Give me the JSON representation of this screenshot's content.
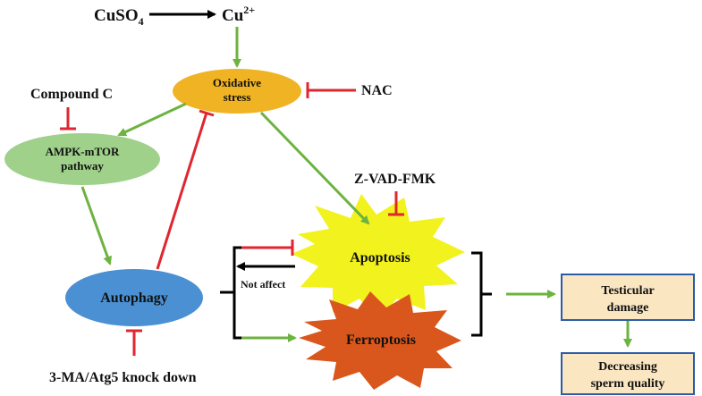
{
  "labels": {
    "cuso4": "CuSO",
    "cuso4_sub": "4",
    "cu": "Cu",
    "cu_sup": "2+",
    "oxidative_1": "Oxidative",
    "oxidative_2": "stress",
    "nac": "NAC",
    "compound_c": "Compound C",
    "ampk_1": "AMPK-mTOR",
    "ampk_2": "pathway",
    "zvad": "Z-VAD-FMK",
    "apoptosis": "Apoptosis",
    "not_affect": "Not affect",
    "autophagy": "Autophagy",
    "ferroptosis": "Ferroptosis",
    "knockdown": "3-MA/Atg5 knock down",
    "testicular_1": "Testicular",
    "testicular_2": "damage",
    "decreasing_1": "Decreasing",
    "decreasing_2": "sperm quality"
  },
  "colors": {
    "activate": "#6db33f",
    "inhibit": "#e0262e",
    "neutral": "#000000",
    "oxidative_fill": "#f0b323",
    "ampk_fill": "#9fd18b",
    "autophagy_fill": "#4a90d2",
    "apoptosis_fill": "#f2f21e",
    "ferroptosis_fill": "#d9571c",
    "box_fill": "#fbe6c2",
    "box_stroke": "#2a5da8"
  },
  "icons": [
    "arrow-icon",
    "inhibit-bar-icon",
    "burst-shape",
    "bracket"
  ]
}
